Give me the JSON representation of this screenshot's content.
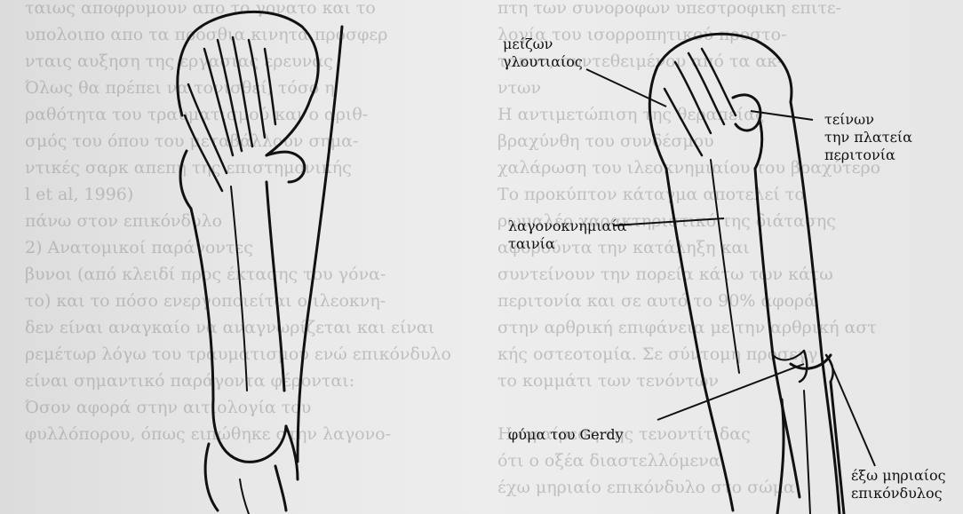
{
  "background_text_left": [
    "ταιως αποφρυμουν απο το γονατο και το",
    "υπολοιπο απο τα πρόσθια κινητα προσφερ",
    "νταις αυξηση της εργασιας ερευνας",
    "Όλως θα πρέπει να τονισθεί, τόσο η",
    "ραθότητα του τραυματισμού και ο αριθ-",
    "σμός του όπου του μεταβάλλουν σημα-",
    "ντικές σαρκ απεπη της επιστημονικής",
    "l et al, 1996)",
    "πάνω στον επικόνδυλο",
    "2)     Ανατομικοί παράγοντες",
    "βυνοι (από κλειδί προς έκτασης του γόνα-",
    "το) και το πόσο ενεργοποιείται ο ιλεοκνη-",
    "δεν είναι αναγκαίο να αναγνωρίζεται και είναι",
    "ρεμέτωρ λόγω του τραυματισμού ενώ επικόνδυλο",
    "είναι σημαντικό παράγοντα            φέρονται:",
    "Όσον αφορά στην αιτιολογία του",
    "φυλλόπορου, όπως ειπώθηκε στην λαγονο-"
  ],
  "background_text_right": [
    "πτη των συνοροφων υπεστροφικη επιτε-",
    "λογία του ισορροπητικού προστο-",
    "τακον, συντεθειμένου από τα ακ-",
    "ντων",
    "Η αντιμετώπιση της θεραπείας",
    "βραχύνθη του συνδέσμου",
    "χαλάρωση του ιλεοκνημιαίου του βραχύτερο",
    "Το προκύπτον κάταγμα αποτελεί το",
    "ρωμαλέο χαρακτηριστικό της διάτασης",
    "αφορούντα την κατάληξη και",
    "συντείνουν την πορεία κάτω των κάτω",
    "περιτονία και σε αυτό το 90% αφορά",
    "στην αρθρική επιφάνεια με την αρθρική αστ",
    "κής οστεοτομία. Σε σύντομη προσεγγ",
    "το κομμάτι των τενόντων",
    "",
    "Η αφαίρεση της τενοντίτιδας",
    "ότι ο οξέα διαστελλόμενα",
    "έχω μηριαίο επικόνδυλο στο σώμα"
  ],
  "labels": {
    "gluteus_maximus": [
      "μείζων",
      "γλουτιαίος"
    ],
    "tensor_fascia": [
      "τείνων",
      "την πλατεία",
      "περιτονία"
    ],
    "it_band": [
      "λαγονοκνημιαία",
      "ταινία"
    ],
    "gerdy": "φύμα του Gerdy",
    "lateral_epicondyle": [
      "έξω μηριαίος",
      "επικόνδυλος"
    ]
  }
}
